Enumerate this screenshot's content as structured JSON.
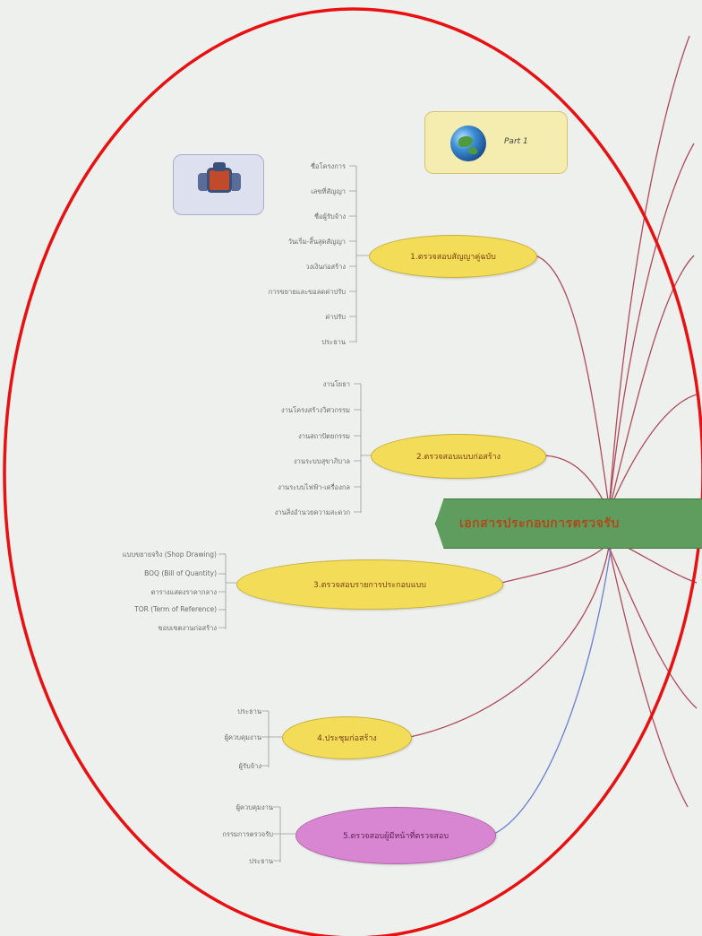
{
  "central": {
    "label": "เอกสารประกอบการตรวจรับ"
  },
  "part": {
    "label": "Part 1"
  },
  "branches": [
    {
      "label": "1.ตรวจสอบสัญญาคู่ฉบับ",
      "leaves": [
        "ชื่อโครงการ",
        "เลขที่สัญญา",
        "ชื่อผู้รับจ้าง",
        "วันเริ่ม-สิ้นสุดสัญญา",
        "วงเงินก่อสร้าง",
        "การขยายและขอลดค่าปรับ",
        "ค่าปรับ",
        "ประธาน"
      ]
    },
    {
      "label": "2.ตรวจสอบแบบก่อสร้าง",
      "leaves": [
        "งานโยธา",
        "งานโครงสร้างวิศวกรรม",
        "งานสถาปัตยกรรม",
        "งานระบบสุขาภิบาล",
        "งานระบบไฟฟ้า-เครื่องกล",
        "งานสิ่งอำนวยความสะดวก"
      ]
    },
    {
      "label": "3.ตรวจสอบรายการประกอบแบบ",
      "leaves": [
        "แบบขยายจริง (Shop Drawing)",
        "BOQ (Bill of Quantity)",
        "ตารางแสดงราคากลาง",
        "TOR (Term of Reference)",
        "ขอบเขตงานก่อสร้าง"
      ]
    },
    {
      "label": "4.ประชุมก่อสร้าง",
      "leaves": [
        "ประธาน",
        "ผู้ควบคุมงาน",
        "ผู้รับจ้าง"
      ]
    },
    {
      "label": "5.ตรวจสอบผู้มีหน้าที่ตรวจสอบ",
      "leaves": [
        "ผู้ควบคุมงาน",
        "กรรมการตรวจรับ",
        "ประธาน"
      ]
    }
  ],
  "colors": {
    "line_red": "#b04a5a",
    "line_blue": "#6a7fd0",
    "frame_red": "#e81010",
    "node_yellow": "#f2dc58",
    "node_pink": "#d986d2",
    "central_green": "#5f9d5e"
  }
}
